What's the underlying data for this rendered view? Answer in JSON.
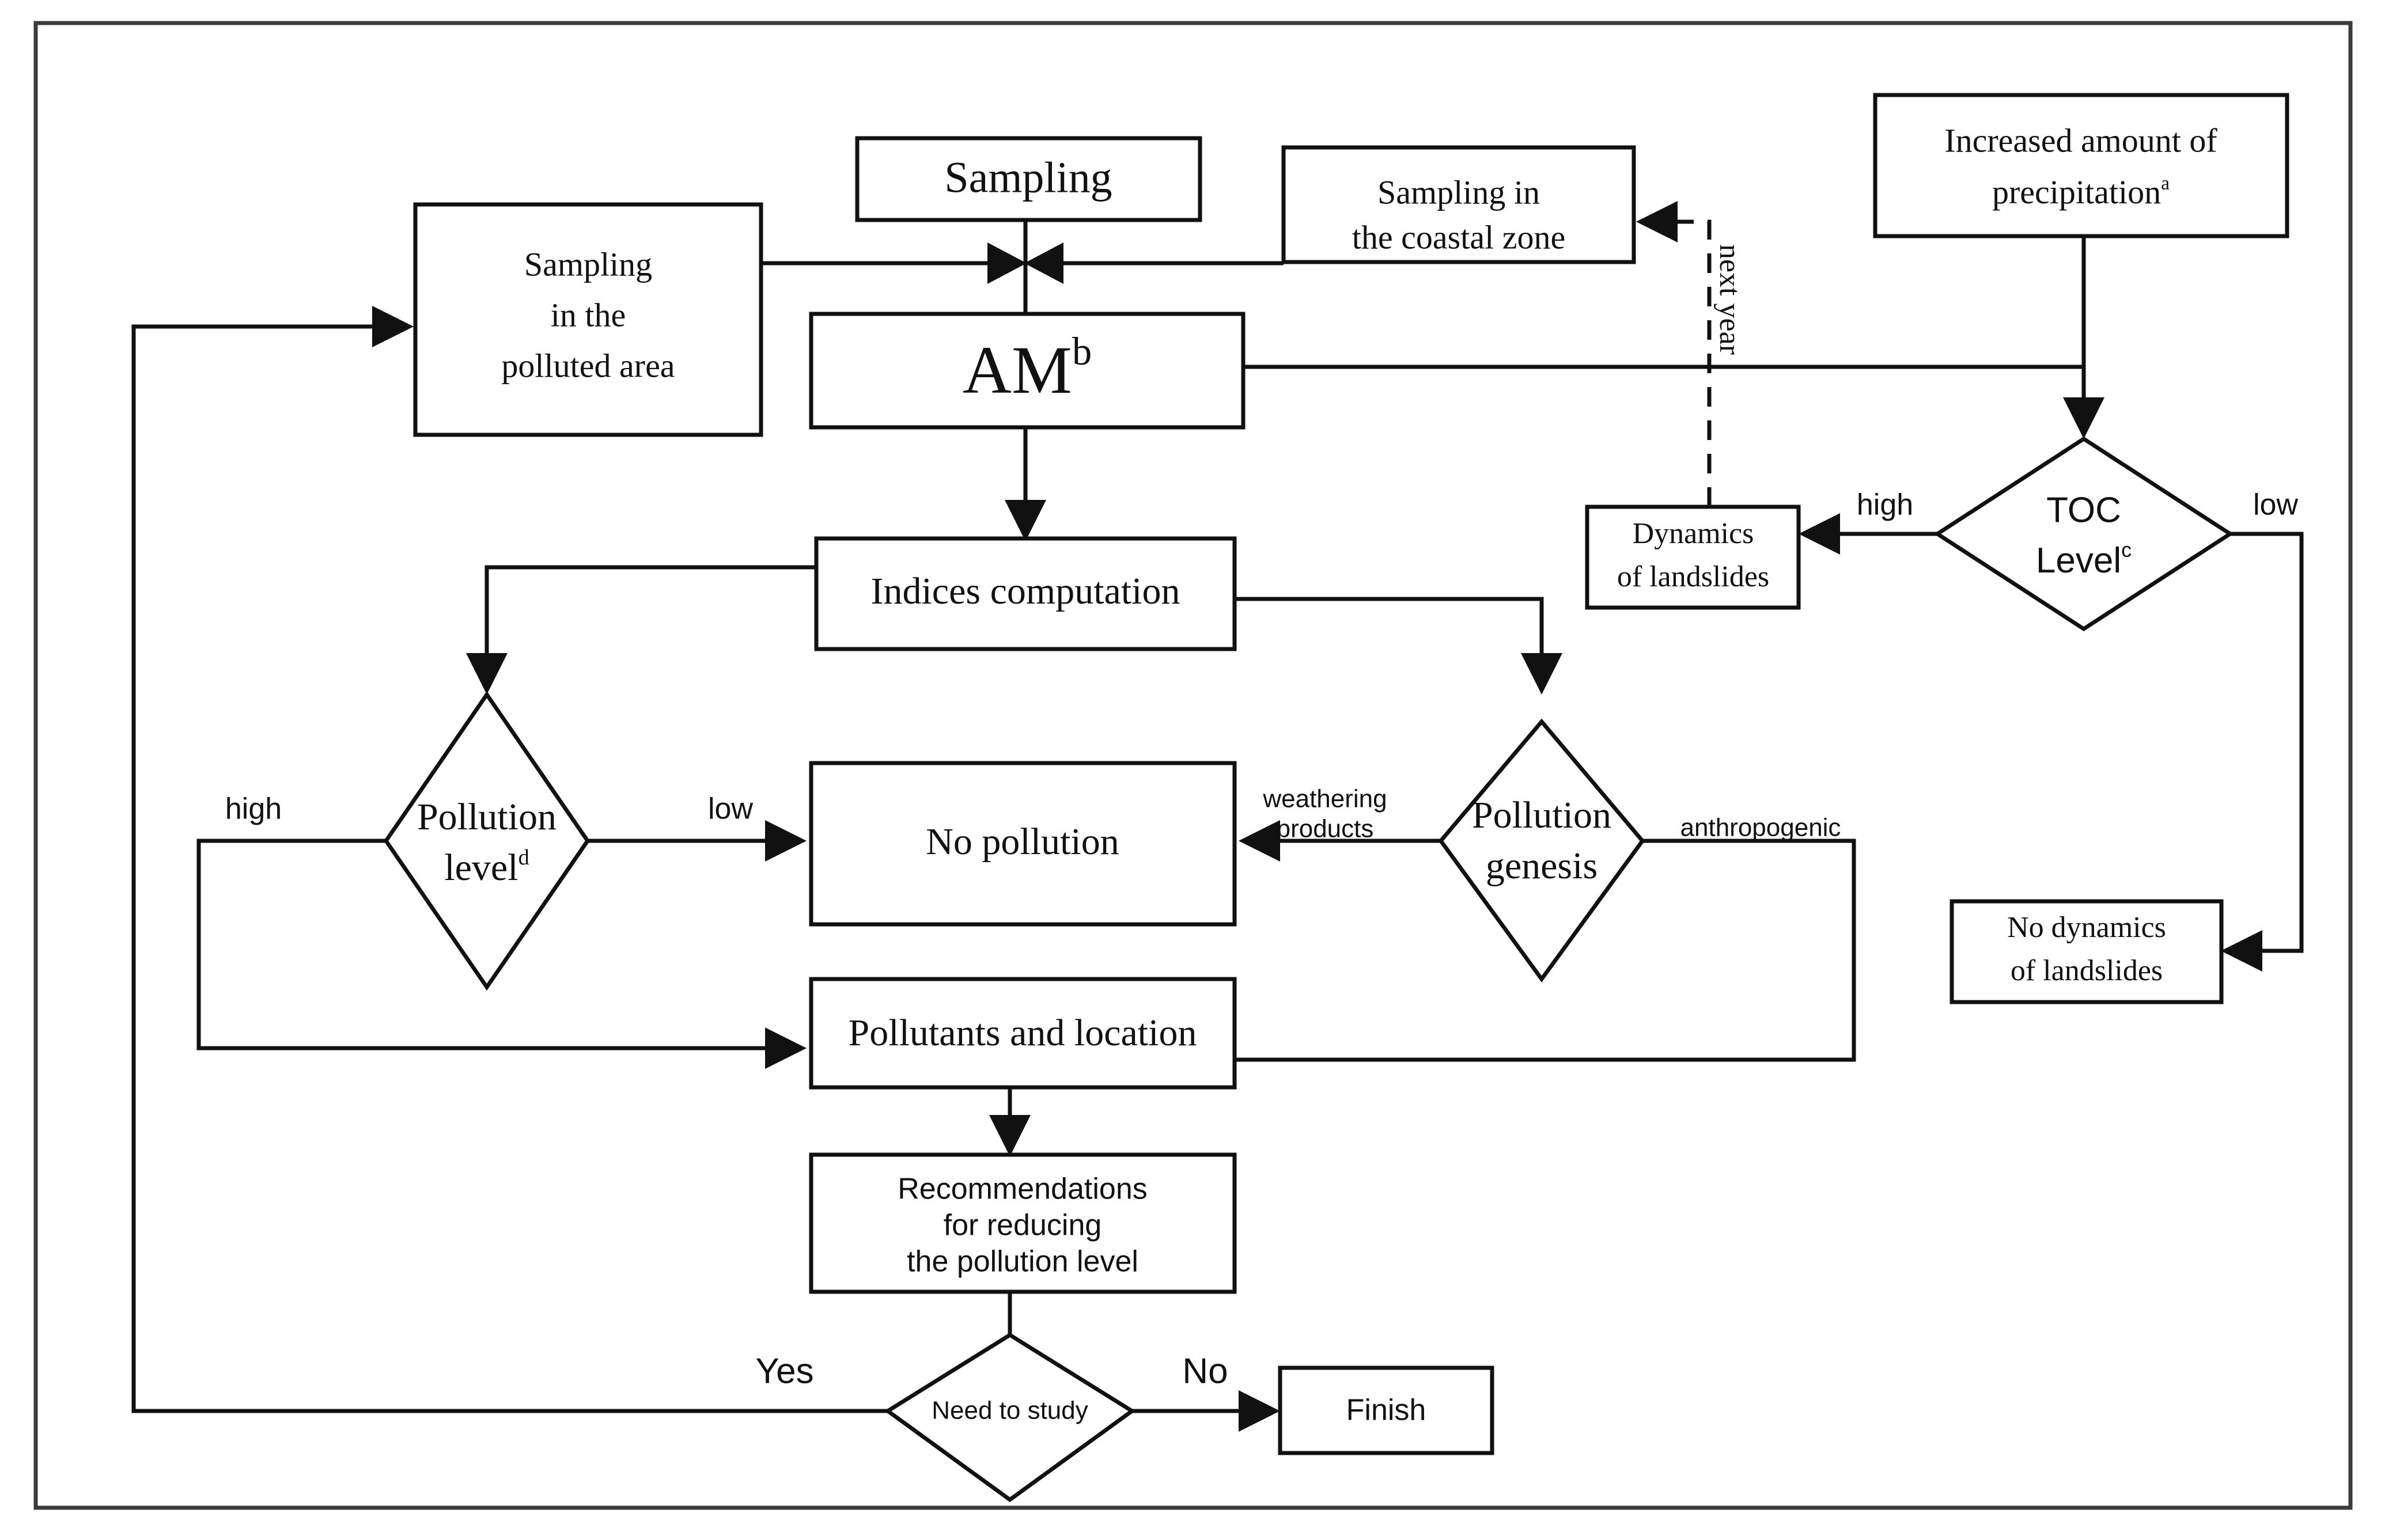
{
  "diagram": {
    "type": "flowchart",
    "title": "",
    "frame_color": "#3b3b3b",
    "line_color": "#111111",
    "background": "#ffffff"
  },
  "nodes": {
    "sampling": {
      "label": "Sampling",
      "shape": "rect"
    },
    "sampling_polluted": {
      "line1": "Sampling",
      "line2": "in the",
      "line3": "polluted area",
      "shape": "rect"
    },
    "sampling_coastal": {
      "line1": "Sampling in",
      "line2": "the coastal zone",
      "shape": "rect"
    },
    "am": {
      "label": "AM",
      "superscript": "b",
      "shape": "rect"
    },
    "precipitation": {
      "line1": "Increased amount of",
      "line2": "precipitation",
      "superscript": "a",
      "shape": "rect"
    },
    "toc_level": {
      "line1": "TOC",
      "line2": "Level",
      "superscript": "c",
      "shape": "diamond"
    },
    "dynamics_landslides": {
      "line1": "Dynamics",
      "line2": "of landslides",
      "shape": "rect"
    },
    "no_dynamics_landslides": {
      "line1": "No dynamics",
      "line2": "of landslides",
      "shape": "rect"
    },
    "indices_computation": {
      "label": "Indices computation",
      "shape": "rect"
    },
    "pollution_level": {
      "line1": "Pollution",
      "line2": "level",
      "superscript": "d",
      "shape": "diamond"
    },
    "no_pollution": {
      "label": "No pollution",
      "shape": "rect"
    },
    "pollution_genesis": {
      "line1": "Pollution",
      "line2": "genesis",
      "shape": "diamond"
    },
    "pollutants_location": {
      "label": "Pollutants and location",
      "shape": "rect"
    },
    "recommendations": {
      "line1": "Recommendations",
      "line2": "for reducing",
      "line3": "the pollution level",
      "shape": "rect"
    },
    "need_to_study": {
      "label": "Need to study",
      "shape": "diamond"
    },
    "finish": {
      "label": "Finish",
      "shape": "rect"
    }
  },
  "edge_labels": {
    "next_year": "next year",
    "toc_high": "high",
    "toc_low": "low",
    "pollution_high": "high",
    "pollution_low": "low",
    "genesis_weathering_l1": "weathering",
    "genesis_weathering_l2": "products",
    "genesis_anthropogenic": "anthropogenic",
    "study_yes": "Yes",
    "study_no": "No"
  },
  "edges": [
    {
      "from": "sampling",
      "to": "am",
      "style": "solid"
    },
    {
      "from": "sampling_polluted",
      "to": "am",
      "style": "solid"
    },
    {
      "from": "sampling_coastal",
      "to": "am",
      "style": "solid"
    },
    {
      "from": "precipitation",
      "to": "toc_level",
      "style": "solid"
    },
    {
      "from": "am",
      "to": "toc_level",
      "style": "solid"
    },
    {
      "from": "toc_level",
      "to": "dynamics_landslides",
      "style": "solid",
      "label": "high"
    },
    {
      "from": "toc_level",
      "to": "no_dynamics_landslides",
      "style": "solid",
      "label": "low"
    },
    {
      "from": "dynamics_landslides",
      "to": "sampling_coastal",
      "style": "dashed",
      "label": "next year"
    },
    {
      "from": "am",
      "to": "indices_computation",
      "style": "solid"
    },
    {
      "from": "indices_computation",
      "to": "pollution_level",
      "style": "solid"
    },
    {
      "from": "indices_computation",
      "to": "pollution_genesis",
      "style": "solid"
    },
    {
      "from": "pollution_level",
      "to": "no_pollution",
      "style": "solid",
      "label": "low"
    },
    {
      "from": "pollution_level",
      "to": "pollutants_location",
      "style": "solid",
      "label": "high"
    },
    {
      "from": "pollution_genesis",
      "to": "no_pollution",
      "style": "solid",
      "label": "weathering products"
    },
    {
      "from": "pollution_genesis",
      "to": "pollutants_location",
      "style": "solid",
      "label": "anthropogenic"
    },
    {
      "from": "pollutants_location",
      "to": "recommendations",
      "style": "solid"
    },
    {
      "from": "recommendations",
      "to": "need_to_study",
      "style": "solid"
    },
    {
      "from": "need_to_study",
      "to": "finish",
      "style": "solid",
      "label": "No"
    },
    {
      "from": "need_to_study",
      "to": "sampling_polluted",
      "style": "solid",
      "label": "Yes"
    }
  ]
}
